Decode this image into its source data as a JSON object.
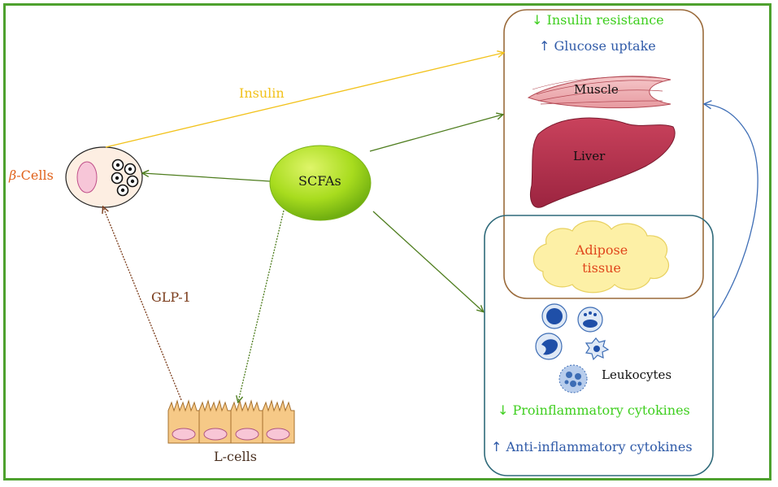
{
  "center": {
    "label": "SCFAs"
  },
  "beta_cells": {
    "label_prefix": "β",
    "label_suffix": "-Cells"
  },
  "l_cells": {
    "label": "L-cells"
  },
  "arrows": {
    "insulin": "Insulin",
    "glp1": "GLP-1"
  },
  "muscle_liver_box": {
    "effect1": {
      "arrow": "↓",
      "text": "Insulin resistance"
    },
    "effect2": {
      "arrow": "↑",
      "text": "Glucose uptake"
    },
    "muscle": "Muscle",
    "liver": "Liver"
  },
  "adipose_box": {
    "adipose": "Adipose tissue",
    "leukocytes": "Leukocytes",
    "effect1": {
      "arrow": "↓",
      "text": "Proinflammatory cytokines"
    },
    "effect2": {
      "arrow": "↑",
      "text": "Anti-inflammatory cytokines"
    }
  },
  "colors": {
    "frame": "#4ea12e",
    "green_arrow": "#4e7d1e",
    "insulin": "#f2c21b",
    "glp1": "#7a3b1a",
    "blue": "#3d6db5",
    "decrease_text": "#3fcf1f",
    "increase_text": "#2f5aa8",
    "beta_label": "#e0631c",
    "adipose_label": "#e0461c",
    "liver": "#b8324e"
  }
}
